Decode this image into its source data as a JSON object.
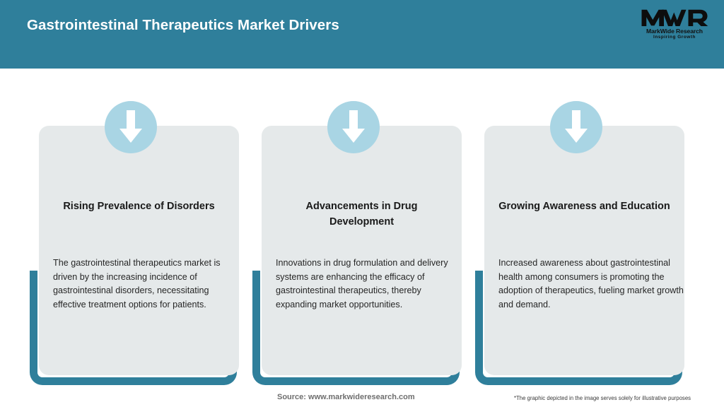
{
  "header": {
    "title": "Gastrointestinal Therapeutics Market Drivers",
    "background_color": "#2f7f9b",
    "title_color": "#ffffff"
  },
  "logo": {
    "mark": "MWR",
    "company_name": "MarkWide Research",
    "tagline": "Inspiring Growth"
  },
  "theme": {
    "accent_teal": "#2f7f9b",
    "badge_blue": "#a9d5e4",
    "card_gray": "#e5e9ea",
    "text_dark": "#1a1a1a"
  },
  "cards": [
    {
      "icon": "down-arrow-icon",
      "title": "Rising Prevalence of Disorders",
      "body": "The gastrointestinal therapeutics market is driven by the increasing incidence of gastrointestinal disorders, necessitating effective treatment options for patients."
    },
    {
      "icon": "down-arrow-icon",
      "title": "Advancements in Drug Development",
      "body": "Innovations in drug formulation and delivery systems are enhancing the efficacy of gastrointestinal therapeutics, thereby expanding market opportunities."
    },
    {
      "icon": "down-arrow-icon",
      "title": "Growing Awareness and Education",
      "body": "Increased awareness about gastrointestinal health among consumers is promoting the adoption of therapeutics, fueling market growth and demand."
    }
  ],
  "footer": {
    "source": "Source: www.markwideresearch.com",
    "disclaimer": "*The graphic depicted in the image serves solely for illustrative purposes"
  }
}
